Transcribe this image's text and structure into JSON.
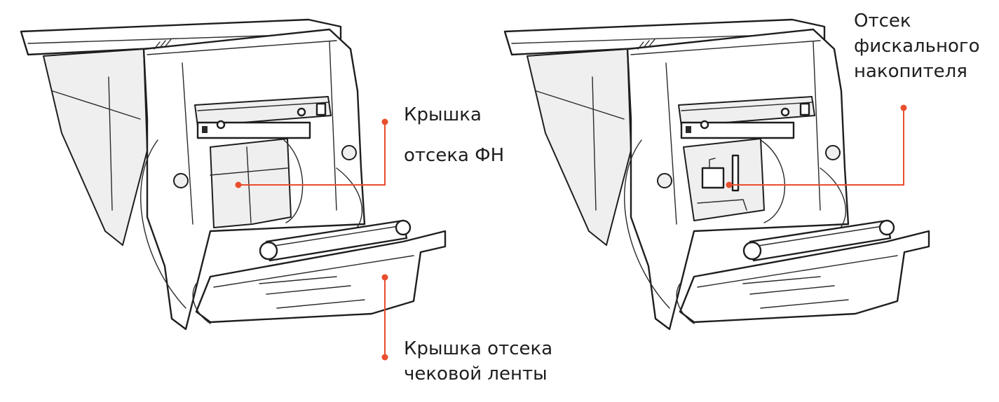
{
  "accent_color": "#e94e2d",
  "callouts": {
    "fn_cover_line1": "Крышка",
    "fn_cover_line2": "отсека ФН",
    "paper_cover_line1": "Крышка отсека",
    "paper_cover_line2": "чековой ленты",
    "fn_compartment_line1": "Отсек",
    "fn_compartment_line2": "фискального",
    "fn_compartment_line3": "накопителя"
  }
}
